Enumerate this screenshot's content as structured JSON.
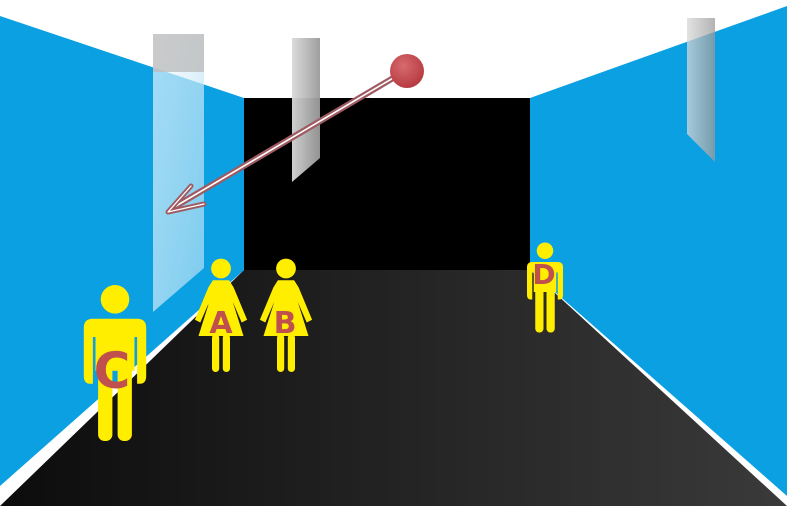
{
  "colors": {
    "wall": "#0aa0e2",
    "floor_dark": "#0c0c0c",
    "floor_light": "#3a3a3a",
    "back_wall": "#000000",
    "ceiling": "#ffffff",
    "person": "#ffee00",
    "label": "#c0504d",
    "ball": "#b5383e",
    "arrow": "#9e5a60",
    "lamp": "#b8b8b8"
  },
  "figures": [
    {
      "id": "A",
      "label": "A",
      "gender": "female"
    },
    {
      "id": "B",
      "label": "B",
      "gender": "female"
    },
    {
      "id": "C",
      "label": "C",
      "gender": "male"
    },
    {
      "id": "D",
      "label": "D",
      "gender": "male"
    }
  ],
  "icons": {
    "ball": "ball-icon",
    "trajectory": "arrow-icon",
    "lamp": "ceiling-lamp-icon"
  }
}
